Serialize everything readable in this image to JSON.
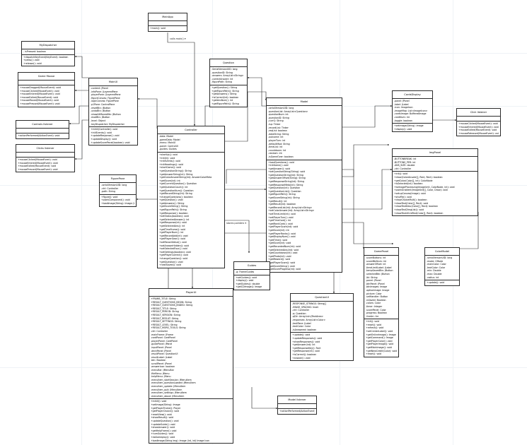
{
  "classes": [
    {
      "id": "mainapp",
      "name": "MainApp",
      "attrs": [],
      "methods": [
        "+main(): void"
      ]
    },
    {
      "id": "mydispatcher",
      "name": "MyDispatcher",
      "attrs": [
        "- isPressed: boolean"
      ],
      "methods": [
        "+dispatchKeyEvent(KeyEvent): boolean",
        "+press(): void",
        "+release(): void"
      ]
    },
    {
      "id": "gamemouse",
      "name": "Game Mouse",
      "attrs": [],
      "methods": [
        "+mouseDragged(MouseEvent): void",
        "+mouseClicked(MouseEvent): void",
        "+mouseEntered(MouseEvent): void",
        "+mouseExited(MouseEvent): void",
        "+mouseMoved(MouseEvent): void",
        "+mousePressed(MouseEvent): void"
      ]
    },
    {
      "id": "controlslistener",
      "name": "Controls listener",
      "attrs": [],
      "methods": [
        "+actionPerformed(ActionEvent): void"
      ]
    },
    {
      "id": "clickslistener",
      "name": "Clicks listener",
      "attrs": [],
      "methods": [
        "+mouseClicked(MouseEvent): void",
        "+mouseEntered(MouseEvent): void",
        "+mouseExited(MouseEvent): void",
        "+mousePressed(MouseEvent): void"
      ]
    },
    {
      "id": "mainui",
      "name": "MainUI",
      "attrs": [
        "-content: JPanel",
        "-infoPane: JLayeredPane",
        "-playerPane: JLayeredPane",
        "-figureCanvas: FigurePane",
        "-logicCanvas: FigurePane",
        "-p1Pane: ControlPane",
        "-resetBtn: JButton",
        "-undoBtn: JButton",
        "-showAllMovesBtn: JButton",
        "-modBtn: JButton",
        "-level: Object",
        "-keyDispatcher: MyDispatcher"
      ],
      "methods": [
        "+initUi(Controller): void",
        "+initEvents(): void",
        "+updateResponse(): void",
        "+updateDisplay(): void",
        "+updateScorePanel(boolean): void"
      ]
    },
    {
      "id": "figurepane",
      "name": "FigurePane",
      "attrs": [
        "-serialVersionUID: long",
        "-ctrl: Controller",
        "-path: String"
      ],
      "methods": [
        "+figure(): void",
        "+paintComponent(): void",
        "+loadImage(String): Image (int, int)"
      ]
    },
    {
      "id": "question",
      "name": "Question",
      "attrs": [
        "-SerialVersionUID: long",
        "-questionID: String",
        "-answers: ArrayList<String>",
        "-correctAnswer: int",
        "-figurePath: String"
      ],
      "methods": [
        "+getQuestion(): String",
        "+getFigurePath(): String",
        "+getAnswers(): String",
        "+isCorrect(int): boolean",
        "+getAnsNum(): int",
        "+getFigurePath(): String"
      ]
    },
    {
      "id": "controller",
      "name": "Controller",
      "attrs": [
        "-data: Model",
        "-gameData: Model",
        "-menu: MainUI",
        "-panel: ControlUI",
        "-guides: Guides"
      ],
      "methods": [
        "+startUp(): void",
        "+initUi(): void",
        "+initEvents(): void",
        "+initHeadings(): void",
        "+startGame(): void",
        "+getQuestionString(): String",
        "+getAnswerString(int): String",
        "+getColorAnswerString(int): AnswerColorMeta",
        "+getScore(int): int",
        "+getCurrentQuestion(): Question",
        "+getQuestionCount(): int",
        "+getQuestionNum(): Question",
        "+getRecordString(int): String",
        "+changeQuestions(): boolean",
        "+getQuestion(): void",
        "+getAnswers(): String",
        "+getScoreString(): String",
        "+getFigurePath(): String",
        "+getResponse(): boolean",
        "+setStatus(boolean): void",
        "+getSelectedAnswer(): int",
        "+getResponse(int): void",
        "+getSelectedAns(): int",
        "+getTimeFrame(): void",
        "+getPlayerNum(): int",
        "+getRecordAdd(int): void",
        "+getPlayerGear(): void",
        "+setRecordValue(): void",
        "+setAnswerHidden(): void",
        "+setSelectedFour(): void",
        "+setSettings(boolean): void",
        "+getPlayerCorrect(): void",
        "+changeQuestion(): void",
        "+getQuestion(): void",
        "+nextSaved(): void"
      ]
    },
    {
      "id": "model",
      "name": "Model",
      "attrs": [
        "-serialVersionUID: long",
        "-questionList: ArrayList<Question>",
        "-questionNum: int",
        "-questionID: String",
        "-currQ: String",
        "-isp: Tinker",
        "-recordList: Tinker",
        "-reqList: boolean",
        "-dataString: String",
        "-outcome: int",
        "-playerTurn: int",
        "-defaultMod: String",
        "-timeList: int",
        "-countdown: int",
        "-random: int",
        "-isGameOver: boolean"
      ],
      "methods": [
        "+loadQuestions(): void",
        "+initGame(): void",
        "+getAnswer(): void",
        "+setQuestionString(String): void",
        "+getQuestionString(int): String",
        "+getAnswerOffset(String): String",
        "+getResponseString(int): String",
        "+getResponseMeta(int): String",
        "+getQuestion(int): Question",
        "+getQuestionList(): Question",
        "+getFigurePath(): String",
        "+getScoreString(int): String",
        "+getResult(): int",
        "+getResult(int): boolean",
        "+getRecordList(int): ArrayList<String>",
        "+setColorAnswer(int): ArrayList<String>",
        "+setTimeLimit(int): void",
        "+setPlayerTurn(): void",
        "+getTimeCard(): int",
        "+getRankCard(): void",
        "+getPlayerScore(int): void",
        "+getScore(int): int",
        "+getPlayerRanks(): void",
        "+getDisplayNum(): void",
        "+getTime(): void",
        "+getScore(int): void",
        "+getRecordedNum(int): void",
        "+getSelectedAns(int): void",
        "+getCountdown(int): void",
        "+getPhoto(int): void",
        "+getReward(): void",
        "+getPlayerScore(): void",
        "+getScoreString(): void",
        "+getScoreProgress(int): void"
      ]
    },
    {
      "id": "cardsdisplay",
      "name": "CardsDisplay",
      "attrs": [
        "-panel: JPanel",
        "-label: JLabel",
        "-icon: ImageIcon",
        "-imageMap: List<ImageIcon>",
        "-cardsImage: BufferedImage",
        "-cardNum: int",
        "-toggle: boolean"
      ],
      "methods": [
        "+setImage(String): Image",
        "+display(): void"
      ]
    },
    {
      "id": "clicklistener2",
      "name": "Click listener",
      "attrs": [],
      "methods": [
        "+mouseClicked(MouseEvent): void",
        "+mouseEntered(MouseEvent): void",
        "+mouseExited(MouseEvent): void",
        "+mouseReleased(MouseEvent): void"
      ]
    },
    {
      "id": "imgpanel",
      "name": "ImgPanel",
      "attrs": [
        "-BUTTONBREAK: int",
        "-BUTTONS_PER: int",
        "-ANS_SIZE: double",
        "-ctrl: Controller"
      ],
      "methods": [
        "+init(): void",
        "+draw(ColorAnswer[], Rect, Rect): boolean",
        "+getColor(Color[], int): ColorNode",
        "+isSelected(int): boolean",
        "+toImageProcessing(ImageUnit, ColorNode, int): void",
        "+paintGradient(ImageUnit[], Color, Draw): void",
        "+setupCanvas(Image): void",
        "+shuffle(): void",
        "+drawChoiceMulti(): boolean",
        "+drawText(Color[], Rect): void",
        "+drawTextDesc(Color[], Rect): boolean",
        "+drawText2ImgList(): void",
        "+drawText4GridText(Color[], Rect): boolean"
      ]
    },
    {
      "id": "colormodel",
      "name": "ColorModel",
      "attrs": [
        "-serialVersionUID: long",
        "-mode: CMode",
        "-mainColor: Color",
        "-textColor: Color",
        "-min: Double",
        "-max: Double",
        "-radius: int"
      ],
      "methods": [
        "+update(): void"
      ]
    },
    {
      "id": "guides",
      "name": "Guides",
      "attrs": [
        "-g: FrameGuides"
      ],
      "methods": [
        "+setGuides(): void",
        "+display(): void",
        "+getGuides(): double",
        "+getCDImage(): Image"
      ]
    },
    {
      "id": "gamepanel",
      "name": "GamePanel",
      "attrs": [
        "-scoreButtons: int",
        "-scoreBtnNum: int",
        "-answerOffset: int",
        "-timeLimitLabel: JLabel",
        "-tempSavedBtn: JButton",
        "-selectedBtn: JButton",
        "-lbl: String",
        "-panel: JPanel",
        "-btnPanel: JPanel",
        "-btnImages: Image",
        "-optionImage: Image",
        "-picture: Color",
        "-setHandler: Button",
        "-isSaved: Boolean",
        "-colors: Color",
        "-timer: Integer",
        "-scorePanel: Color",
        "-progress: Boolean",
        "-lineArr: Arr"
      ],
      "methods": [
        "+init(): void",
        "+reset(): void",
        "+refresh(): void",
        "+setCenterLabel(): void",
        "+getOnlinelmage(): Image",
        "+getCommand(): Image",
        "+getPlayerColor(): void",
        "+getPlayerImage(): void",
        "+getMainImage(): void",
        "+getNewCredit(Color): void",
        "+reset(): void"
      ]
    },
    {
      "id": "playerui",
      "name": "PlayerUI",
      "attrs": [
        "+FRAME_TITLE: String",
        "+RESULT_QUESTIONS_BEGIN: String",
        "+RESULT_QUESTIONS_ENDED: String",
        "+RESULT_TITLE: String",
        "+RESULT_PERIOD: String",
        "+RESULT_VERSION: String",
        "+RESULT_RESULT: String",
        "+RESULT_SETTINGS: String",
        "+RESULT_LEVEL: String",
        "+RESULT_MORE_TOOLS: String",
        "-ctrl: Controller",
        "-mainFrame: JFrame",
        "-cardPanel: CardPanel",
        "-playerPanel: CardPanel",
        "-guidePanel: JPanel",
        "-inputPanel: JPanel",
        "-deckPanel: JPanel",
        "-resultPanel: QuestionUI",
        "-resultLabel: JLabel",
        "-btn: Boolean",
        "-scrollPanel: JPanel",
        "-answerIcon: boolean",
        "-menuBar: JMenuBar",
        "-fileMenu: JMenu",
        "-helpMenu: JMenu",
        "-menuItem_startSession: JMenuItem",
        "-menuItem_questionLoaded: JMenuItem",
        "-menuItem_update: JMenuItem",
        "-menuItem_quit: JMenuItem",
        "-menuItem_settings: JMenuItem",
        "-menuItem_about: JMenuItem"
      ],
      "methods": [
        "+initUI(): void",
        "+setImage(String): Image",
        "+getPlayerFrame(): Player",
        "+getPlayerChoice(): void",
        "+resetView(): void",
        "+showResult(): void",
        "+updateQuestion(): void",
        "+updateGuide(): void",
        "+showAnswer(): void",
        "+getHelpFrame(): void",
        "+numGuides(): void",
        "+doGameplay(): void",
        "+loadImage(String img): Image (int, int) Image Icon"
      ]
    },
    {
      "id": "questionui",
      "name": "QuestionUI",
      "attrs": [
        "-RESPONSE_STRINGS: String[]",
        "-IMAGE_SPACING: Inset",
        "-ctrl: Controller",
        "-q: Question",
        "-qDir: ArrayList<JTextArea>",
        "-responses: ArrayList<Color>",
        "-textPane: JLabel",
        "-textColor: Color",
        "-isAnswered: boolean"
      ],
      "methods": [
        "+update(): void",
        "+updateResponses(): void",
        "+showResponses(): void",
        "+getAnswer(int): int",
        "+getResponseKey(): Font",
        "+getResponse(int): void",
        "+isCorrect(): boolean",
        "+answer(): void"
      ]
    },
    {
      "id": "modelistener",
      "name": "Model listener",
      "attrs": [],
      "methods": [
        "+actionPerformed(ActionEvent): void"
      ]
    }
  ],
  "links": {
    "mainapp_label": "calls main() ▾",
    "playerui_label": "stores pointers ▾"
  }
}
